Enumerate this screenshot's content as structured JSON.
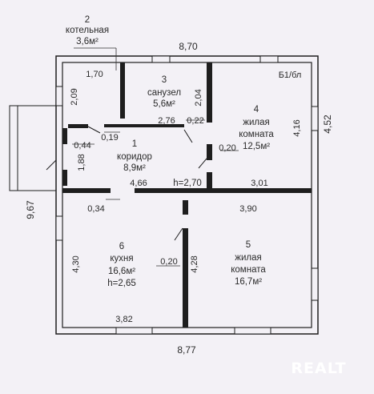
{
  "rooms": [
    {
      "num": "2",
      "name": "котельная",
      "area": "3,6м²"
    },
    {
      "num": "3",
      "name": "санузел",
      "area": "5,6м²"
    },
    {
      "num": "4",
      "name1": "жилая",
      "name2": "комната",
      "area": "12,5м²"
    },
    {
      "num": "1",
      "name": "коридор",
      "area": "8,9м²",
      "height": "h=2,70"
    },
    {
      "num": "6",
      "name": "кухня",
      "area": "16,6м²",
      "height": "h=2,65"
    },
    {
      "num": "5",
      "name1": "жилая",
      "name2": "комната",
      "area": "16,7м²"
    }
  ],
  "dims": {
    "top_total": "8,70",
    "bottom_total": "8,77",
    "left_total": "9,67",
    "right_total": "4,52",
    "d_1_70": "1,70",
    "d_2_09": "2,09",
    "d_2_04": "2,04",
    "d_2_76": "2,76",
    "d_0_22": "0,22",
    "d_0_19": "0,19",
    "d_4_16": "4,16",
    "d_0_44": "0,44",
    "d_1_88": "1,88",
    "d_0_20a": "0,20",
    "d_4_66": "4,66",
    "d_3_01": "3,01",
    "d_0_34": "0,34",
    "d_3_90": "3,90",
    "d_4_30": "4,30",
    "d_0_20b": "0,20",
    "d_4_28": "4,28",
    "d_3_82": "3,82"
  },
  "tag": "Б1/бл",
  "watermark": "REALT",
  "colors": {
    "wall": "#1e1e1e",
    "fill": "#f3f1f6",
    "watermark": "#ffffff"
  }
}
